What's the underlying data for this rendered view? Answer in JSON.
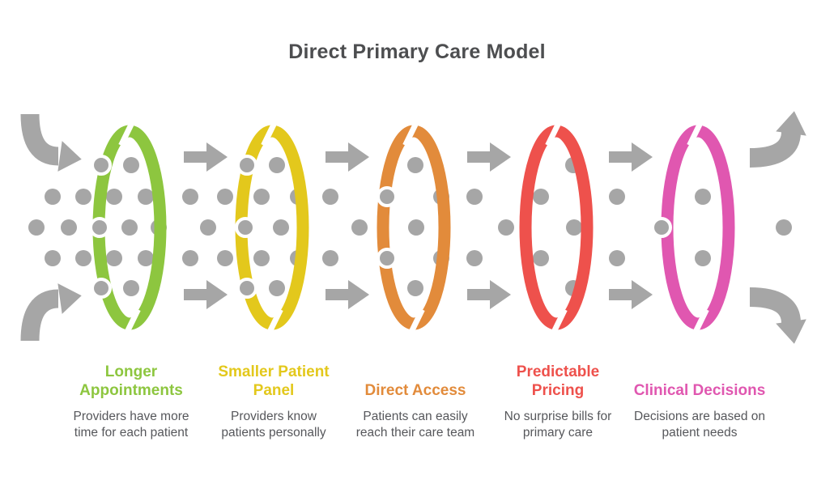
{
  "title": "Direct Primary Care Model",
  "palette": {
    "gray": "#A6A6A6",
    "title_color": "#4D4E50",
    "desc_color": "#56575B",
    "background": "#FFFFFF"
  },
  "steps": [
    {
      "name": "longer-appointments",
      "color": "#8DC63F",
      "label": "Longer Appointments",
      "description": "Providers have more time for each patient"
    },
    {
      "name": "smaller-patient-panel",
      "color": "#E3C81C",
      "label": "Smaller Patient Panel",
      "description": "Providers know patients personally"
    },
    {
      "name": "direct-access",
      "color": "#E28B3B",
      "label": "Direct Access",
      "description": "Patients can easily reach their care team"
    },
    {
      "name": "predictable-pricing",
      "color": "#EE514C",
      "label": "Predictable Pricing",
      "description": "No surprise bills for primary care"
    },
    {
      "name": "clinical-decisions",
      "color": "#E057B0",
      "label": "Clinical Decisions",
      "description": "Decisions are based on patient needs"
    }
  ]
}
